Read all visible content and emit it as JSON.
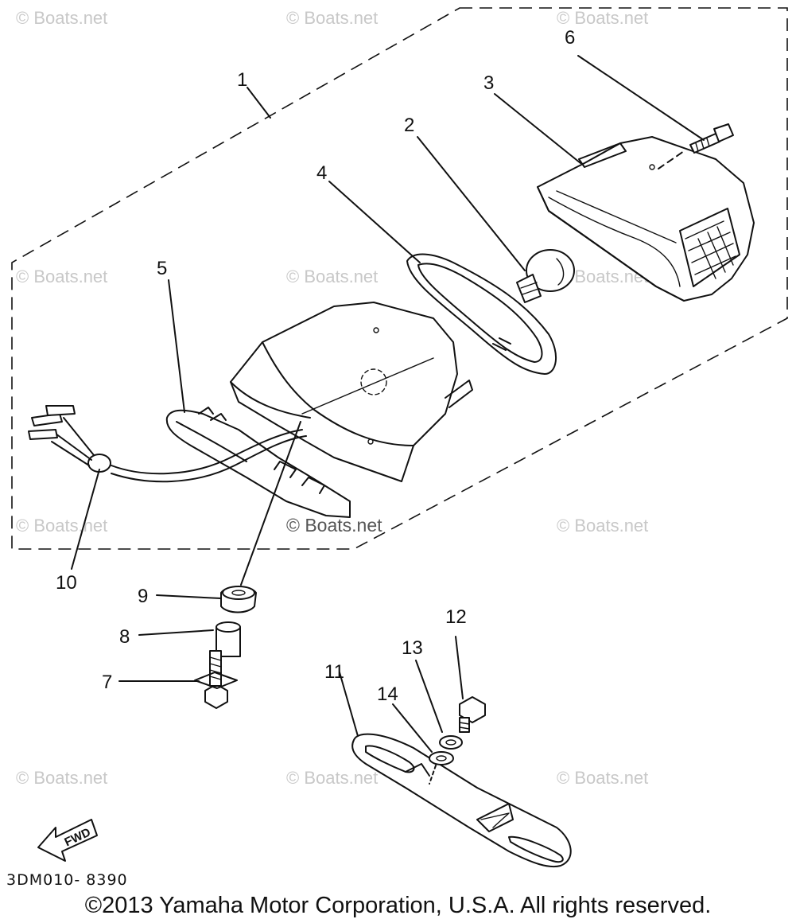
{
  "watermark": "© Boats.net",
  "part_callouts": [
    "1",
    "2",
    "3",
    "4",
    "5",
    "6",
    "7",
    "8",
    "9",
    "10",
    "11",
    "12",
    "13",
    "14"
  ],
  "diagram_code": "3DM010- 8390",
  "fwd_label": "FWD",
  "copyright": "©2013 Yamaha Motor Corporation, U.S.A. All rights reserved.",
  "colors": {
    "line": "#111111",
    "watermark": "#c8c8c8",
    "background": "#ffffff"
  }
}
